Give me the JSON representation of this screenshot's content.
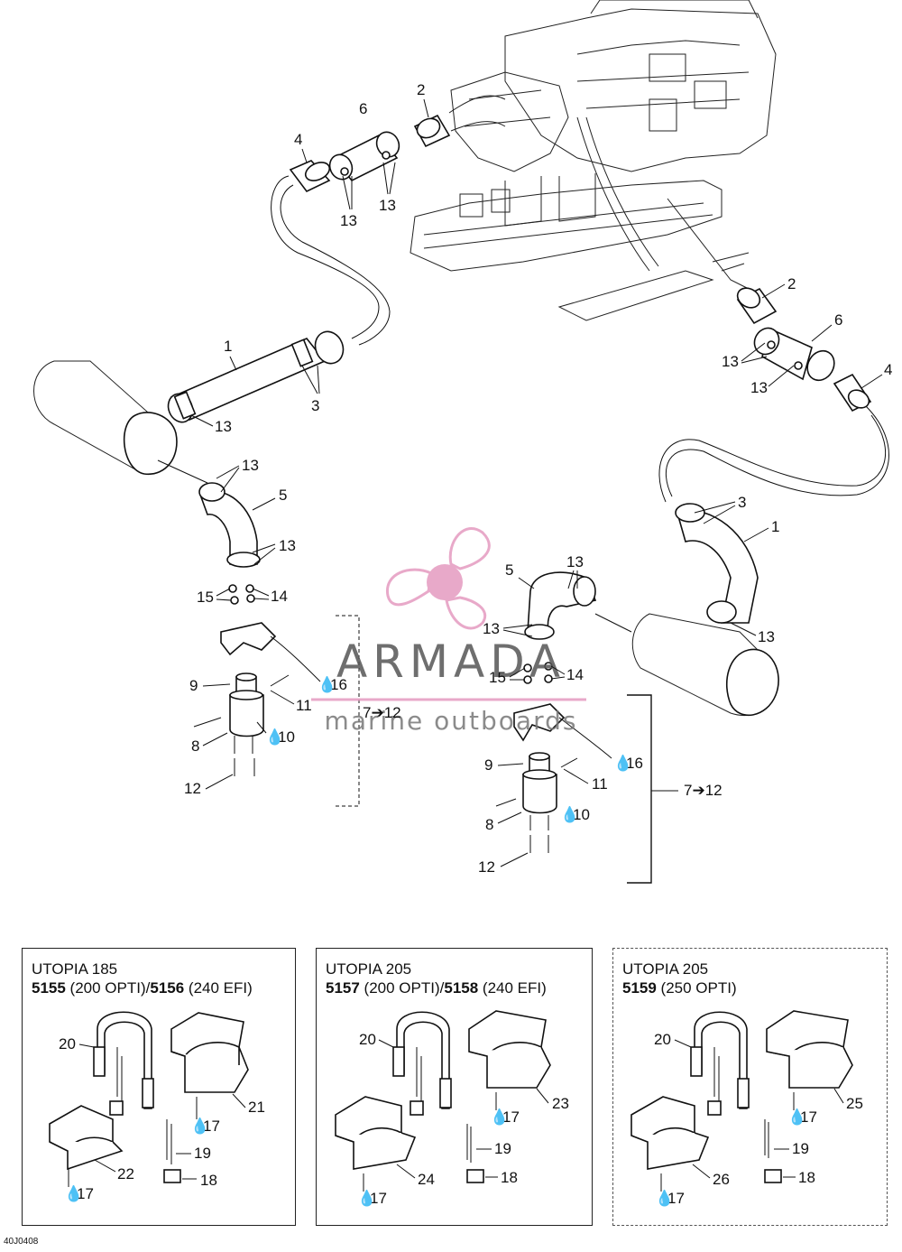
{
  "watermark": {
    "brand": "ARMADA",
    "tagline": "marine outboards",
    "color": "#e59bc0"
  },
  "callouts": {
    "c1": "1",
    "c2": "2",
    "c3": "3",
    "c4": "4",
    "c5": "5",
    "c6": "6",
    "c8": "8",
    "c9": "9",
    "c10": "10",
    "c11": "11",
    "c12": "12",
    "c13": "13",
    "c14": "14",
    "c15": "15",
    "c16": "16",
    "c17": "17",
    "c18": "18",
    "c19": "19",
    "c20": "20",
    "c21": "21",
    "c22": "22",
    "c23": "23",
    "c24": "24",
    "c25": "25",
    "c26": "26",
    "range_left": "7➔12",
    "range_right": "7➔12"
  },
  "panels": [
    {
      "model": "UTOPIA 185",
      "code_a": "5155",
      "spec_a": " (200 OPTI)/",
      "code_b": "5156",
      "spec_b": " (240 EFI)"
    },
    {
      "model": "UTOPIA 205",
      "code_a": "5157",
      "spec_a": " (200 OPTI)/",
      "code_b": "5158",
      "spec_b": " (240 EFI)"
    },
    {
      "model": "UTOPIA 205",
      "code_a": "5159",
      "spec_a": " (250 OPTI)",
      "code_b": "",
      "spec_b": ""
    }
  ],
  "drawing_code": "40J0408",
  "icons": {
    "sealant": "drop-icon",
    "range_arrow": "arrow-right-icon"
  }
}
